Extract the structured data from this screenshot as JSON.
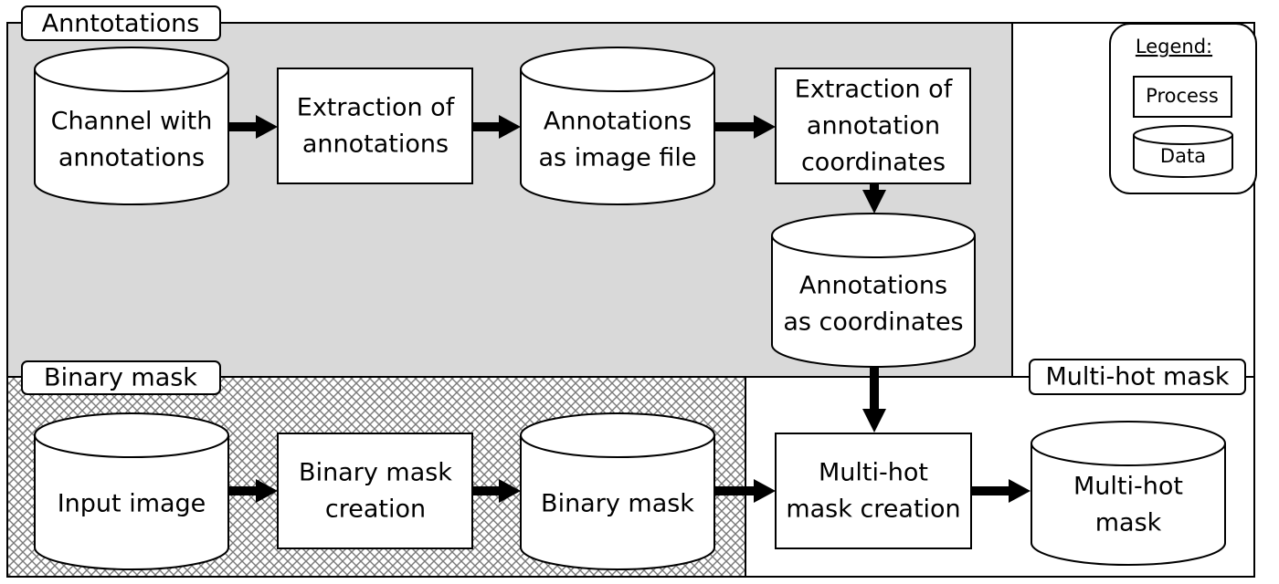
{
  "regions": {
    "annotations": "Anntotations",
    "binary_mask": "Binary mask",
    "multi_hot_mask": "Multi-hot mask"
  },
  "legend": {
    "title": "Legend:",
    "process": "Process",
    "data": "Data"
  },
  "nodes": {
    "channel_with_annotations": [
      "Channel with",
      "annotations"
    ],
    "extraction_of_annotations": [
      "Extraction of",
      "annotations"
    ],
    "annotations_as_image_file": [
      "Annotations",
      "as image file"
    ],
    "extraction_of_annotation_coordinates": [
      "Extraction of",
      "annotation",
      "coordinates"
    ],
    "annotations_as_coordinates": [
      "Annotations",
      "as coordinates"
    ],
    "input_image": [
      "Input image"
    ],
    "binary_mask_creation": [
      "Binary mask",
      "creation"
    ],
    "binary_mask": [
      "Binary mask"
    ],
    "multi_hot_mask_creation": [
      "Multi-hot",
      "mask creation"
    ],
    "multi_hot_mask": [
      "Multi-hot",
      "mask"
    ]
  },
  "colors": {
    "annotations_region_fill": "#d9d9d9",
    "outline": "#000000",
    "hatch_line": "#7a7a7a"
  }
}
